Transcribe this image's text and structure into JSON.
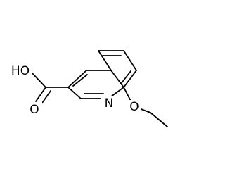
{
  "molecule": {
    "atoms": {
      "hydroxyl": "HO",
      "carbonyl_oxygen": "O",
      "ring_nitrogen": "N",
      "ether_oxygen": "O"
    },
    "colors": {
      "background": "#ffffff",
      "bond": "#000000",
      "label": "#000000"
    }
  }
}
